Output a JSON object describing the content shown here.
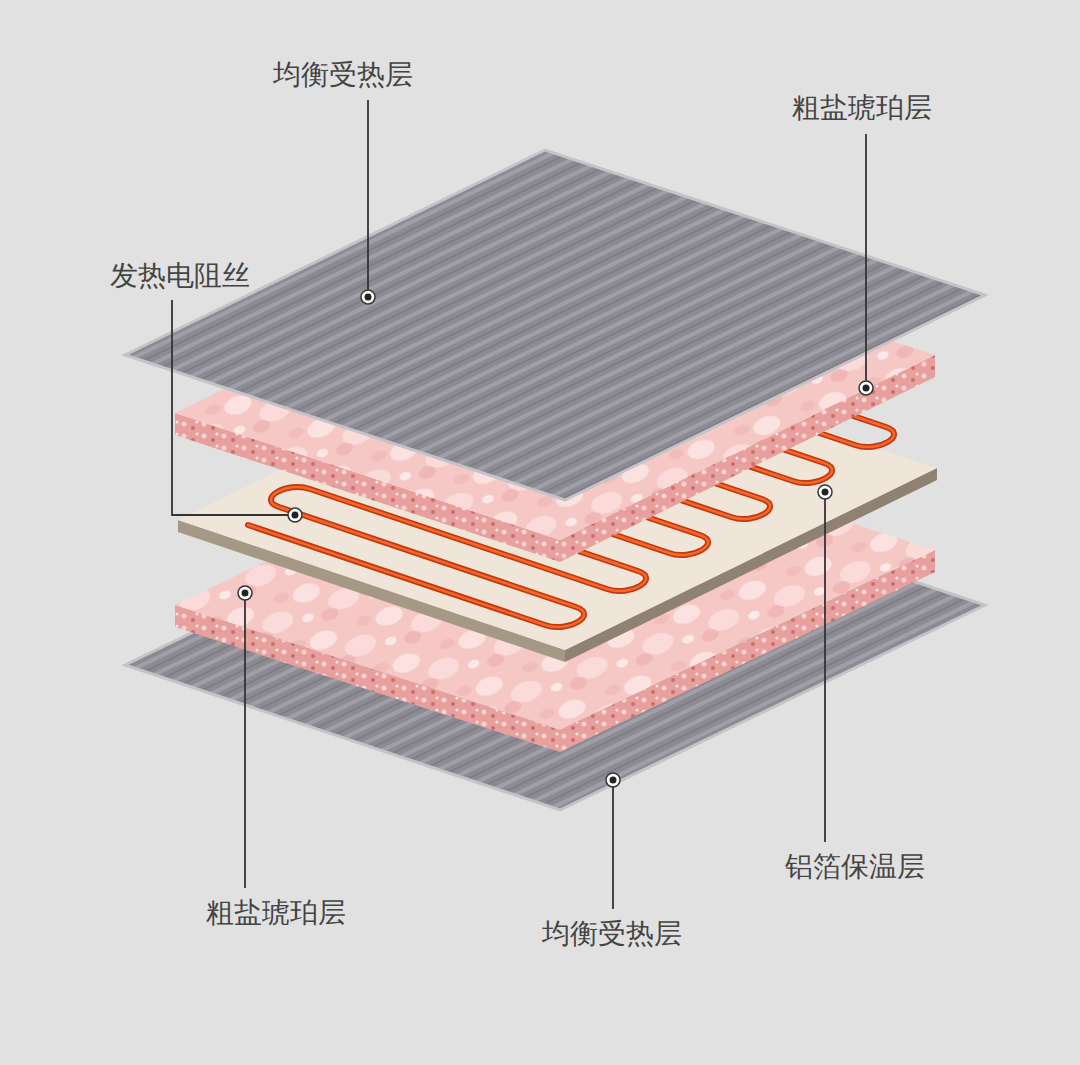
{
  "diagram": {
    "labels": [
      "均衡受热层",
      "粗盐琥珀层",
      "发热电阻丝",
      "铝箔保温层",
      "粗盐琥珀层",
      "均衡受热层"
    ]
  }
}
